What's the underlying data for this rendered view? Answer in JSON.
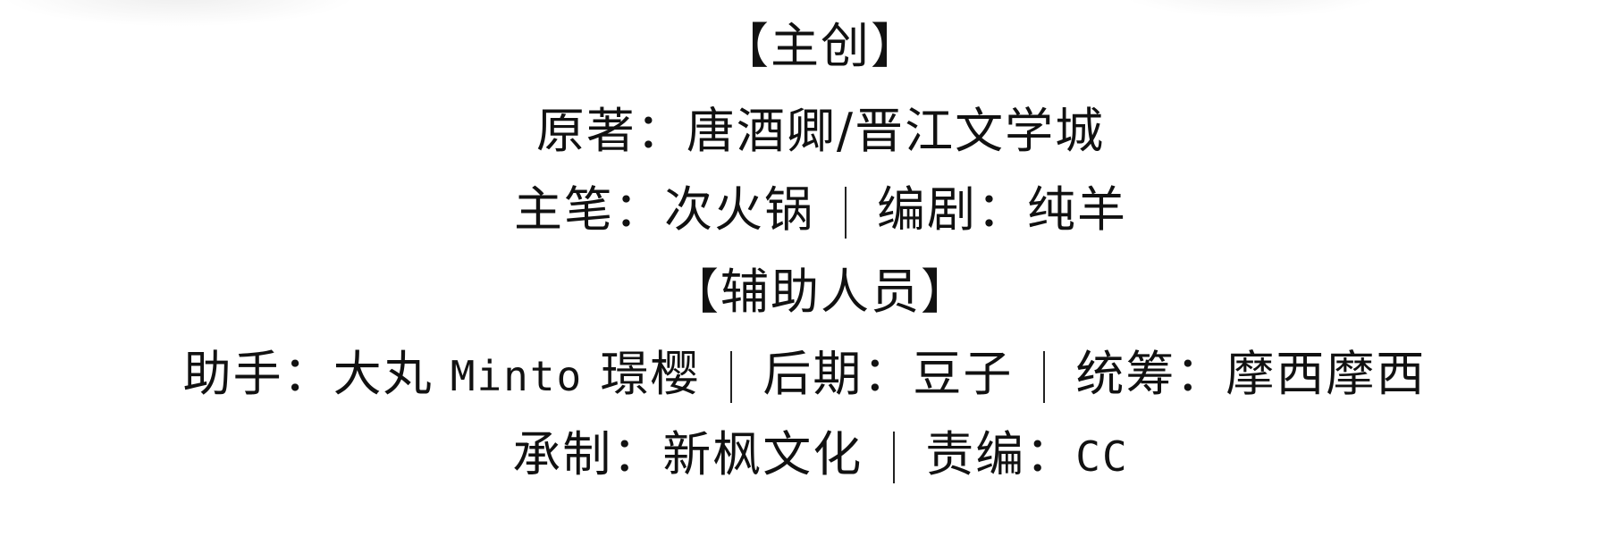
{
  "sections": {
    "main_heading": "【主创】",
    "original": "原著：唐酒卿/晋江文学城",
    "lead_artist": "主笔：次火锅",
    "screenwriter": "编剧：纯羊",
    "support_heading": "【辅助人员】",
    "assistants_label": "助手：大丸 ",
    "assistants_latin": "Minto",
    "assistants_rest": " 璟樱",
    "post": "后期：豆子",
    "coordinator": "统筹：摩西摩西",
    "producer": "承制：新枫文化",
    "editor_label": "责编：",
    "editor_name": "CC"
  }
}
